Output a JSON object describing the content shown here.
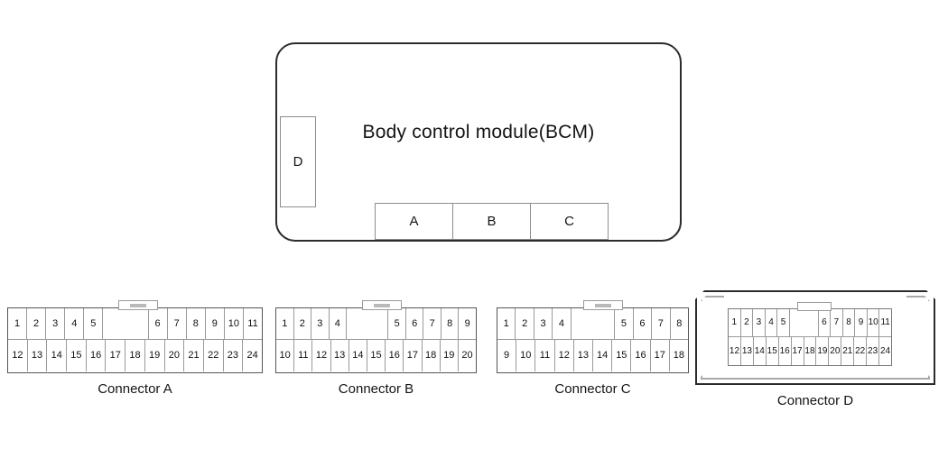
{
  "module": {
    "title": "Body control module(BCM)",
    "left_tab": {
      "label": "D"
    },
    "bottom_tabs": [
      {
        "label": "A"
      },
      {
        "label": "B"
      },
      {
        "label": "C"
      }
    ]
  },
  "connectors": [
    {
      "id": "a",
      "label": "Connector A",
      "top_row": [
        "1",
        "2",
        "3",
        "4",
        "5",
        "",
        "6",
        "7",
        "8",
        "9",
        "10",
        "11"
      ],
      "top_row_blank_index": 5,
      "bottom_row": [
        "12",
        "13",
        "14",
        "15",
        "16",
        "17",
        "18",
        "19",
        "20",
        "21",
        "22",
        "23",
        "24"
      ]
    },
    {
      "id": "b",
      "label": "Connector B",
      "top_row": [
        "1",
        "2",
        "3",
        "4",
        "",
        "5",
        "6",
        "7",
        "8",
        "9"
      ],
      "top_row_blank_index": 4,
      "bottom_row": [
        "10",
        "11",
        "12",
        "13",
        "14",
        "15",
        "16",
        "17",
        "18",
        "19",
        "20"
      ]
    },
    {
      "id": "c",
      "label": "Connector C",
      "top_row": [
        "1",
        "2",
        "3",
        "4",
        "",
        "5",
        "6",
        "7",
        "8"
      ],
      "top_row_blank_index": 4,
      "bottom_row": [
        "9",
        "10",
        "11",
        "12",
        "13",
        "14",
        "15",
        "16",
        "17",
        "18"
      ]
    },
    {
      "id": "d",
      "label": "Connector D",
      "top_row": [
        "1",
        "2",
        "3",
        "4",
        "5",
        "",
        "6",
        "7",
        "8",
        "9",
        "10",
        "11"
      ],
      "top_row_blank_index": 5,
      "bottom_row": [
        "12",
        "13",
        "14",
        "15",
        "16",
        "17",
        "18",
        "19",
        "20",
        "21",
        "22",
        "23",
        "24"
      ]
    }
  ],
  "colors": {
    "outline": "#2b2b2b",
    "grid_line": "#9a9a9a",
    "background": "#ffffff",
    "text": "#141414"
  }
}
